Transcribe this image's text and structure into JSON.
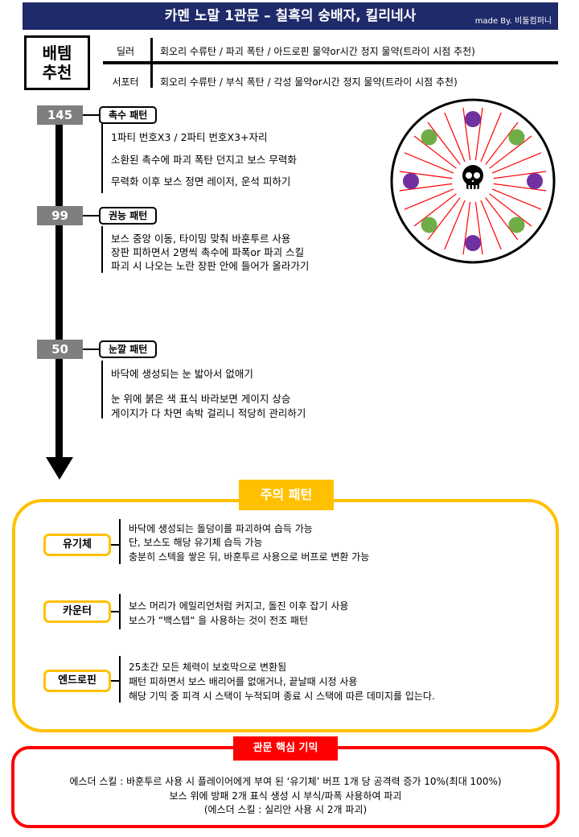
{
  "header": {
    "title": "카멘 노말 1관문 – 칠흑의 숭배자, 킬리네사",
    "credit": "made By. 비둘컴퍼니"
  },
  "battle_items": {
    "label_line1": "배템",
    "label_line2": "추천",
    "rows": [
      {
        "role": "딜러",
        "items": "회오리 수류탄 / 파괴 폭탄 / 아드로핀 물약or시간 정지 물약(트라이 시점 추천)"
      },
      {
        "role": "서포터",
        "items": "회오리 수류탄 / 부식 폭탄 / 각성 물약or시간 정지 물약(트라이 시점 추천)"
      }
    ]
  },
  "timeline": {
    "phases": [
      {
        "hp": "145",
        "title": "촉수 패턴",
        "lines": [
          "1파티 번호X3 / 2파티 번호X3+자리",
          "소환된 촉수에 파괴 폭탄 던지고 보스 무력화",
          "무력화 이후 보스 정면 레이저, 운석 피하기"
        ]
      },
      {
        "hp": "99",
        "title": "권능 패턴",
        "lines": [
          "보스 중앙 이동, 타이밍 맞춰 바훈투르 사용",
          "장판 피하면서 2명씩 촉수에 파폭or 파괴 스킬",
          "파괴 시 나오는 노란 장판 안에 들어가 올라가기"
        ]
      },
      {
        "hp": "50",
        "title": "눈깔 패턴",
        "lines": [
          "바닥에 생성되는 눈 밟아서 없애기",
          "눈 위에 붉은 색 표식 바라보면 게이지 상승",
          "게이지가 다 차면 속박 걸리니 적당히 관리하기"
        ]
      }
    ]
  },
  "diagram": {
    "colors": {
      "purple": "#7030a0",
      "green": "#70ad47",
      "ray": "#ff0000",
      "ring": "#000000"
    },
    "center_icon": "skull-icon"
  },
  "caution": {
    "title": "주의 패턴",
    "items": [
      {
        "name": "유기체",
        "lines": [
          "바닥에 생성되는 돌덩이를 파괴하여 습득 가능",
          "단, 보스도 해당 유기체 습득 가능",
          "충분히 스텍을 쌓은 뒤, 바훈투르 사용으로 버프로 변환 가능"
        ]
      },
      {
        "name": "카운터",
        "lines": [
          "보스 머리가 에일리언처럼 커지고, 돌진 이후 잡기 사용",
          "보스가 “백스텝“ 을 사용하는 것이 전조 패턴"
        ]
      },
      {
        "name": "엔드로핀",
        "lines": [
          "25초간 모든 체력이 보호막으로 변환됨",
          "패턴 피하면서 보스 배리어를 없애거나, 끝날때 시정 사용",
          "해당 기믹 중 피격 시 스택이 누적되며 종료 시 스택에 따른 데미지를 입는다."
        ]
      }
    ]
  },
  "core": {
    "title": "관문 핵심 기믹",
    "lines": [
      "에스더 스킬 : 바훈투르 사용 시 플레이어에게 부여 된 ‘유기체’ 버프 1개 당 공격력 증가 10%(최대 100%)",
      "보스 위에 방패 2개 표식 생성 시 부식/파폭 사용하여 파괴",
      "(에스더 스킬 : 실리안 사용 시 2개 파괴)"
    ]
  }
}
